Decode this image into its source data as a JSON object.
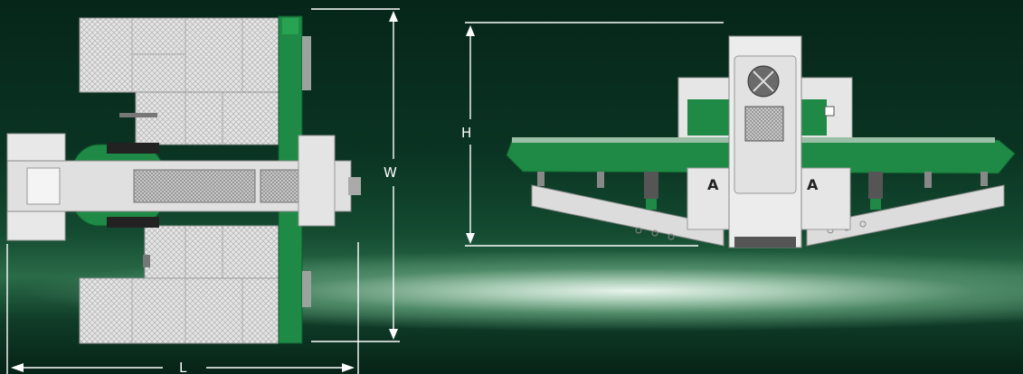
{
  "labels": {
    "width": "W",
    "height": "H",
    "length": "L"
  },
  "colors": {
    "machine_green": "#1e8a45",
    "frame_grey": "#d8d8d8",
    "dimension_line": "#ffffff"
  }
}
